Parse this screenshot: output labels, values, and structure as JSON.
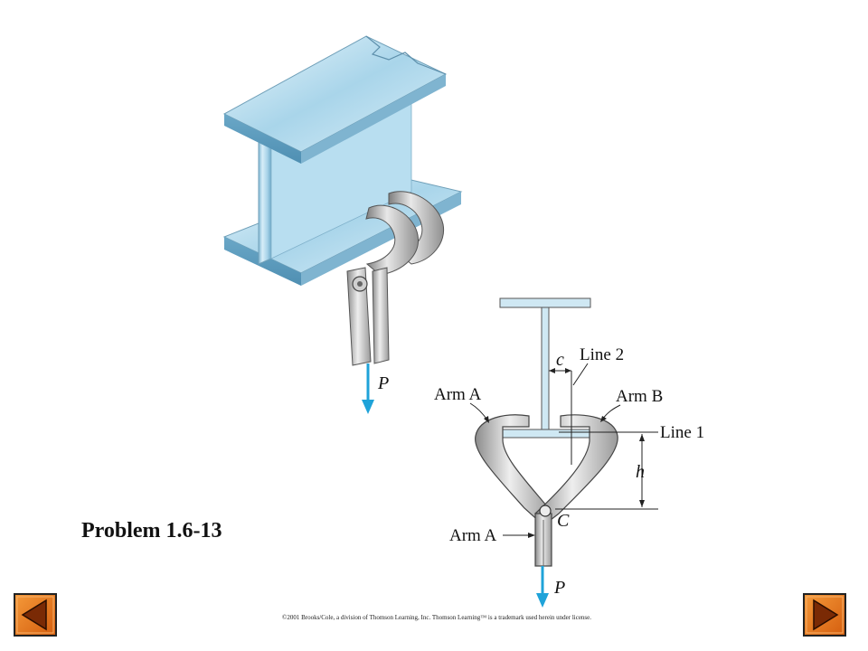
{
  "title": "Problem 1.6-13",
  "copyright": "©2001 Brooks/Cole, a division of Thomson Learning, Inc.  Thomson Learning™ is a trademark used herein under license.",
  "labels": {
    "load_3d": "P",
    "load_2d": "P",
    "arm_a_top": "Arm A",
    "arm_b": "Arm B",
    "arm_a_bottom": "Arm A",
    "line_1": "Line 1",
    "line_2": "Line 2",
    "dim_c": "c",
    "dim_h": "h",
    "pin_c": "C"
  },
  "colors": {
    "steel_light": "#cfe8f3",
    "steel_mid": "#8ec3dc",
    "steel_dark": "#5d9cbc",
    "clamp_light": "#e2e2e2",
    "clamp_dark": "#8a8a8a",
    "arrow": "#1fa3d9",
    "nav_fill": "#e8701a",
    "nav_arrow": "#7a2a05"
  },
  "icons": {
    "prev": "triangle-left-icon",
    "next": "triangle-right-icon"
  }
}
